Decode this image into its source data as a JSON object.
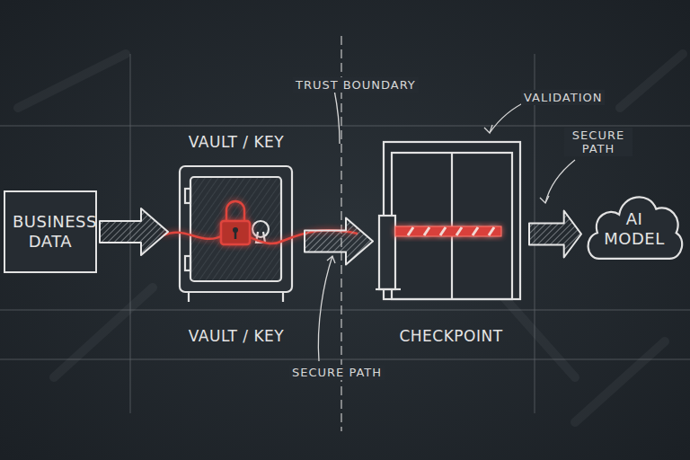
{
  "diagram": {
    "nodes": [
      {
        "text": [
          "BUSINESS DATA"
        ]
      },
      {
        "text": [
          "VAULT / KEY",
          "VAULT / KEY"
        ]
      },
      {
        "text": [
          "CHECKPOINT"
        ]
      },
      {
        "text": [
          "AI MODEL"
        ]
      }
    ],
    "edges": [
      {
        "from": 0,
        "to": 1,
        "arrow": "to"
      },
      {
        "from": 1,
        "to": 2,
        "arrow": "to"
      },
      {
        "from": 2,
        "to": 3,
        "arrow": "to"
      }
    ],
    "labels": [
      "TRUST BOUNDARY",
      "VALIDATION",
      "SECURE PATH",
      "SECURE PATH"
    ]
  }
}
